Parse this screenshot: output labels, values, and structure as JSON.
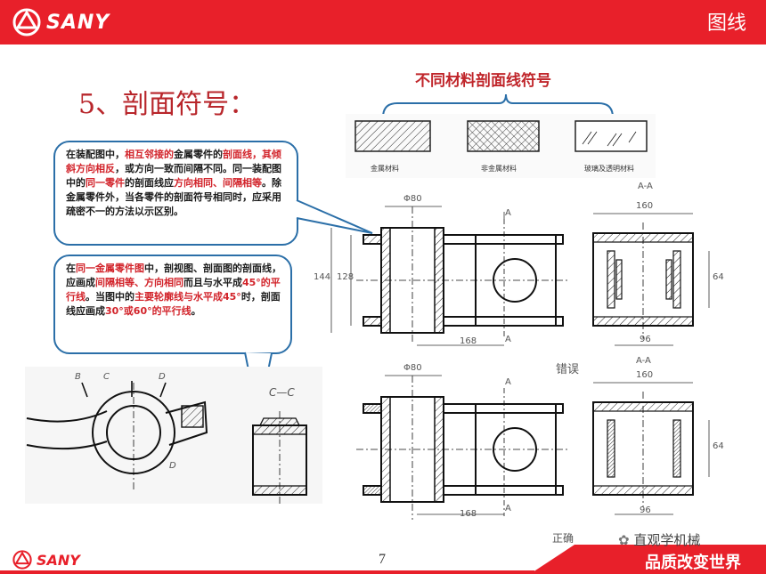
{
  "header": {
    "brand": "SANY",
    "section_title": "图线"
  },
  "heading": "5、剖面符号：",
  "materials": {
    "title": "不同材料剖面线符号",
    "metal": "金属材料",
    "nonmetal": "非金属材料",
    "glass": "玻璃及透明材料"
  },
  "callout1": {
    "parts": [
      {
        "t": "在装配图中，",
        "red": false
      },
      {
        "t": "相互邻接的",
        "red": true
      },
      {
        "t": "金属零件的",
        "red": false
      },
      {
        "t": "剖面线，其倾斜方向相反",
        "red": true
      },
      {
        "t": "，或方向一致而间隔不同。同一装配图中的",
        "red": false
      },
      {
        "t": "同一零件",
        "red": true
      },
      {
        "t": "的剖面线应",
        "red": false
      },
      {
        "t": "方向相同、间隔相等",
        "red": true
      },
      {
        "t": "。除金属零件外，当各零件的剖面符号相同时，应采用疏密不一的方法以示区别。",
        "red": false
      }
    ]
  },
  "callout2": {
    "parts": [
      {
        "t": "在",
        "red": false
      },
      {
        "t": "同一金属零件图",
        "red": true
      },
      {
        "t": "中，剖视图、剖面图的剖面线，应画成",
        "red": false
      },
      {
        "t": "间隔相等、方向相同",
        "red": true
      },
      {
        "t": "而且与水平成",
        "red": false
      },
      {
        "t": "45°的平行线",
        "red": true
      },
      {
        "t": "。当图中的",
        "red": false
      },
      {
        "t": "主要轮廓线与水平成45°",
        "red": true
      },
      {
        "t": "时，剖面线应画成",
        "red": false
      },
      {
        "t": "30°或60°的平行线",
        "red": true
      },
      {
        "t": "。",
        "red": false
      }
    ]
  },
  "drawing": {
    "wrong_label": "错误",
    "right_label": "正确",
    "section_aa": "A-A",
    "section_cc": "C—C",
    "dim_80": "Φ80",
    "dim_160": "160",
    "dim_168": "168",
    "dim_96": "96",
    "dim_64": "64",
    "dim_144": "144",
    "dim_128": "128",
    "label_a": "A",
    "label_b": "B",
    "label_c": "C",
    "label_d": "D"
  },
  "footer": {
    "brand": "SANY",
    "page": "7",
    "slogan": "品质改变世界",
    "watermark": "直观学机械"
  },
  "colors": {
    "brand_red": "#e8202a",
    "heading_red": "#b8262b",
    "callout_border": "#2b6fa8"
  }
}
